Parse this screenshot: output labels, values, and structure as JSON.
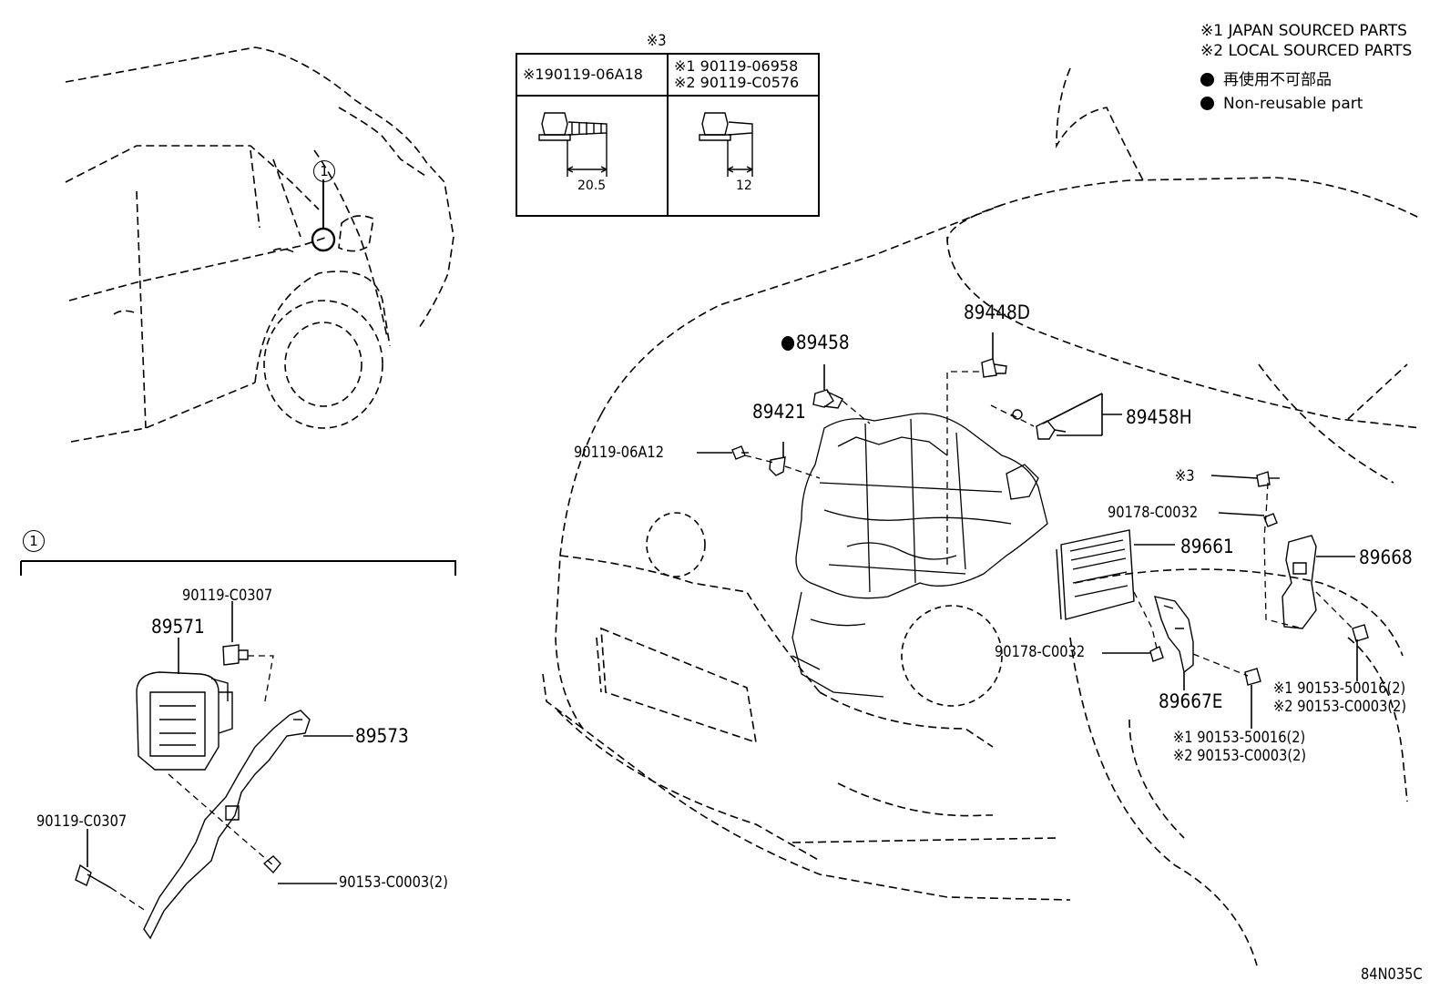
{
  "legend": {
    "note1": "※1 JAPAN SOURCED PARTS",
    "note2": "※2 LOCAL SOURCED PARTS",
    "nonreusable_jp": "再使用不可部品",
    "nonreusable_en": "Non-reusable part"
  },
  "bolt_table": {
    "title": "※3",
    "col1_header": "※190119-06A18",
    "col2_header_line1": "※1 90119-06958",
    "col2_header_line2": "※2 90119-C0576",
    "col1_dim": "20.5",
    "col2_dim": "12"
  },
  "detail": {
    "callout": "1",
    "labels": {
      "p90119_c0307_top": "90119-C0307",
      "p89571": "89571",
      "p89573": "89573",
      "p90119_c0307_bottom": "90119-C0307",
      "p90153_c0003": "90153-C0003(2)"
    }
  },
  "car_rear": {
    "callout": "1"
  },
  "engine_labels": {
    "p89458": "89458",
    "p89448D": "89448D",
    "p89421": "89421",
    "p89458H": "89458H",
    "p90119_06A12": "90119-06A12",
    "note3": "※3",
    "p90178_c0032_top": "90178-C0032",
    "p89661": "89661",
    "p89668": "89668",
    "p90178_c0032_mid": "90178-C0032",
    "p89667E": "89667E",
    "right_1": "※1 90153-50016(2)",
    "right_2": "※2 90153-C0003(2)",
    "lower_1": "※1 90153-50016(2)",
    "lower_2": "※2 90153-C0003(2)"
  },
  "diagram_code": "84N035C"
}
